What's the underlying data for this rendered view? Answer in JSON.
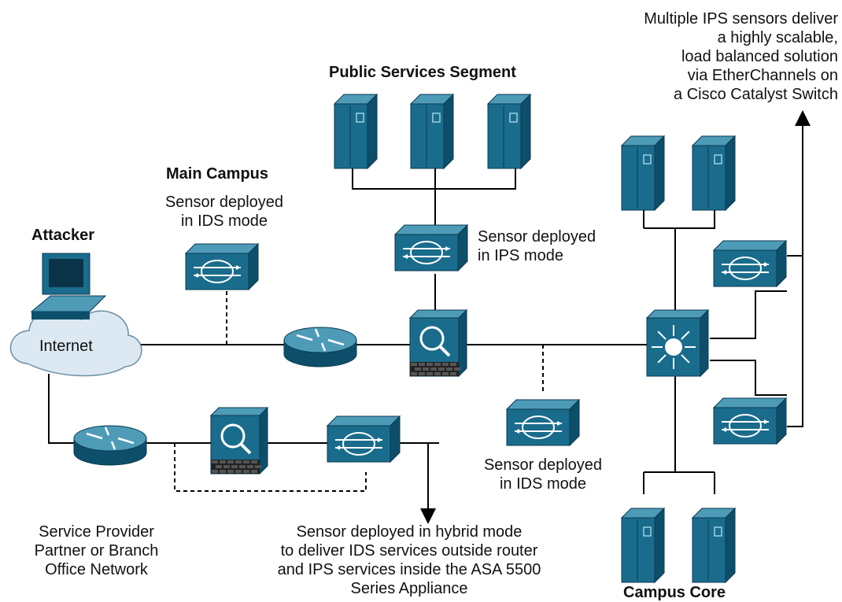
{
  "diagram": {
    "colors": {
      "device_front": "#1a6c8c",
      "device_top": "#4e9bb8",
      "device_side": "#0d4f6a",
      "device_outline": "#0a3a50",
      "cloud_fill": "#dce9f2",
      "wire": "#000000",
      "text": "#111111"
    },
    "labels": {
      "public_services": "Public Services Segment",
      "main_campus": "Main Campus",
      "main_campus_sensor": "Sensor deployed\nin IDS mode",
      "attacker": "Attacker",
      "internet": "Internet",
      "ips_sensor": "Sensor deployed\nin IPS mode",
      "scalable_note": "Multiple IPS sensors deliver\na highly scalable,\nload balanced solution\nvia EtherChannels on\na Cisco Catalyst Switch",
      "ids_sensor_right": "Sensor deployed\nin IDS mode",
      "service_provider": "Service Provider\nPartner or Branch\nOffice Network",
      "hybrid_note": "Sensor deployed in hybrid mode\nto deliver IDS services outside router\nand IPS services inside the ASA 5500\nSeries Appliance",
      "campus_core": "Campus Core"
    },
    "icons": [
      "server-icon",
      "ips-sensor-icon",
      "router-icon",
      "asa-firewall-icon",
      "catalyst-switch-icon",
      "workstation-icon",
      "cloud-icon"
    ]
  }
}
